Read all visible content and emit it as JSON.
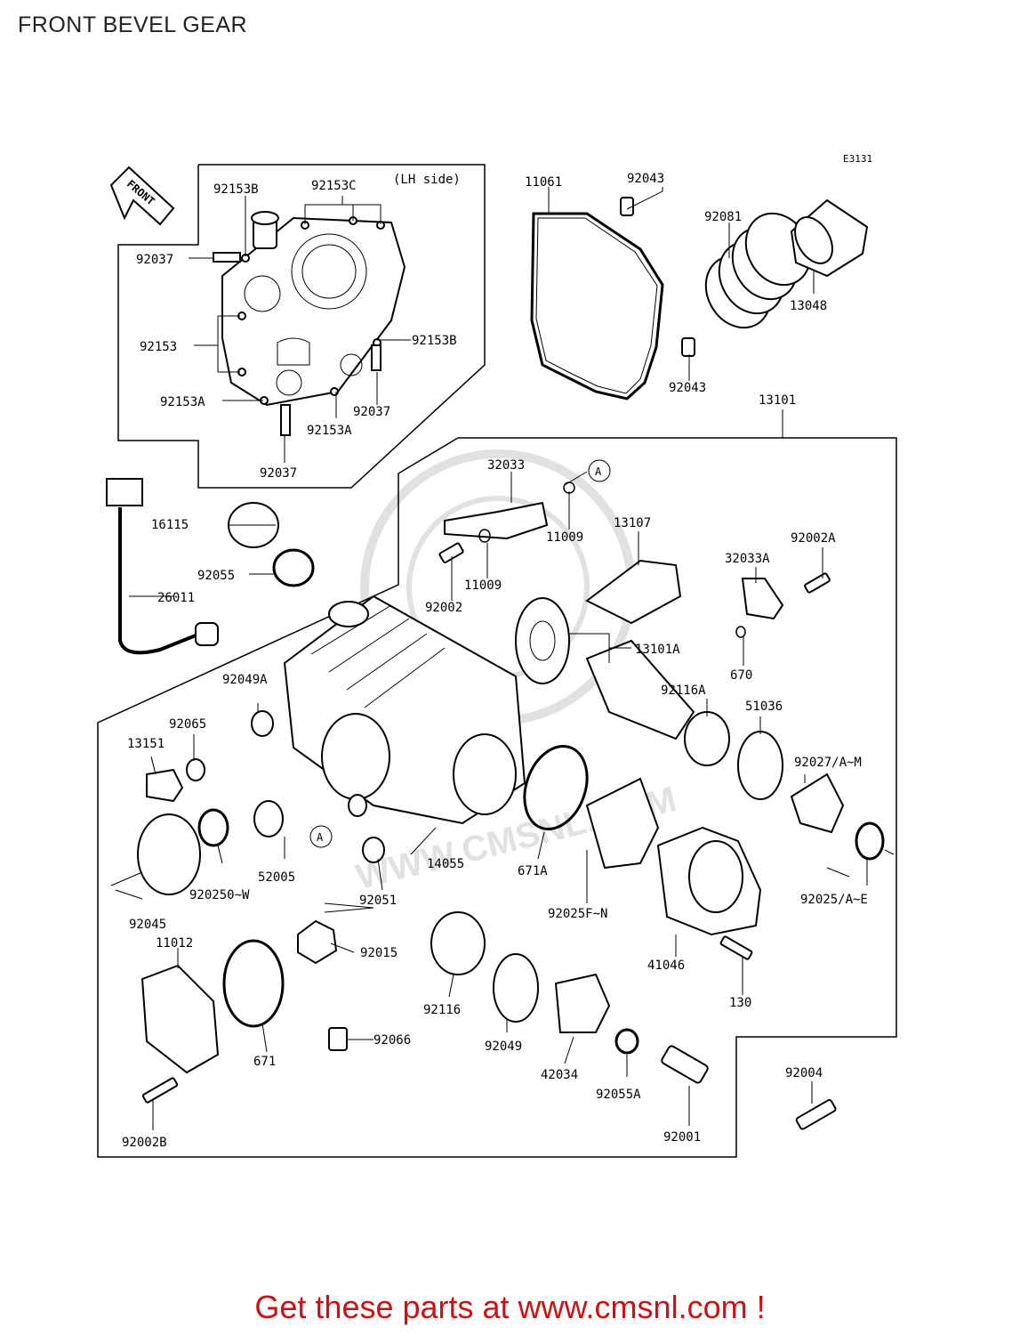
{
  "title": "FRONT BEVEL GEAR",
  "diagram_code": "E3131",
  "front_label": "FRONT",
  "side_note": "(LH side)",
  "watermark_text": "WWW.CMSNL.COM",
  "footer": {
    "prefix": "Get these parts at ",
    "link": "www.cmsnl.com",
    "suffix": " !"
  },
  "callouts": {
    "c92153B_top": "92153B",
    "c92153C": "92153C",
    "c92037_a": "92037",
    "c92153": "92153",
    "c92153B_right": "92153B",
    "c92153A_left": "92153A",
    "c92037_b": "92037",
    "c92153A_bottom": "92153A",
    "c92037_c": "92037",
    "c11061": "11061",
    "c92043_top": "92043",
    "c92081": "92081",
    "c13048": "13048",
    "c92043_bottom": "92043",
    "c13101": "13101",
    "c32033": "32033",
    "cA_top": "A",
    "c16115": "16115",
    "c11009_a": "11009",
    "c13107": "13107",
    "c32033A": "32033A",
    "c92002A": "92002A",
    "c92055": "92055",
    "c11009_b": "11009",
    "c26011": "26011",
    "c92002": "92002",
    "c13101A": "13101A",
    "c670": "670",
    "c92049A": "92049A",
    "c92116A": "92116A",
    "c51036": "51036",
    "c92065": "92065",
    "c13151": "13151",
    "c92027": "92027/A~M",
    "cA_mid": "A",
    "c52005": "52005",
    "c14055": "14055",
    "c671A": "671A",
    "c92025W": "920250~W",
    "c92045": "92045",
    "c92051": "92051",
    "c92025FN": "92025F~N",
    "c92025AE": "92025/A~E",
    "c11012": "11012",
    "c92015": "92015",
    "c41046": "41046",
    "c92116": "92116",
    "c130": "130",
    "c671": "671",
    "c92066": "92066",
    "c92049": "92049",
    "c42034": "42034",
    "c92055A": "92055A",
    "c92004": "92004",
    "c92002B": "92002B",
    "c92001": "92001"
  }
}
